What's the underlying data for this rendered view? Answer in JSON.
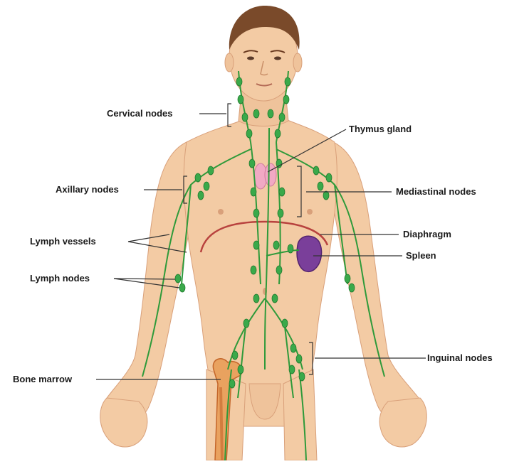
{
  "diagram": {
    "labels": {
      "cervical": "Cervical nodes",
      "thymus": "Thymus gland",
      "axillary": "Axillary nodes",
      "mediastinal": "Mediastinal nodes",
      "lymph_vessels": "Lymph vessels",
      "diaphragm": "Diaphragm",
      "spleen": "Spleen",
      "lymph_nodes": "Lymph nodes",
      "inguinal": "Inguinal nodes",
      "bone_marrow": "Bone marrow"
    },
    "colors": {
      "skin": "#f3cba4",
      "skin_shadow": "#e2ab80",
      "hair": "#7a4a2a",
      "lymph": "#2e9a3a",
      "node": "#3aa94a",
      "thymus": "#f1a9c4",
      "spleen": "#7a3f9a",
      "diaphragm": "#b8423e",
      "bone": "#e07a2c"
    }
  }
}
